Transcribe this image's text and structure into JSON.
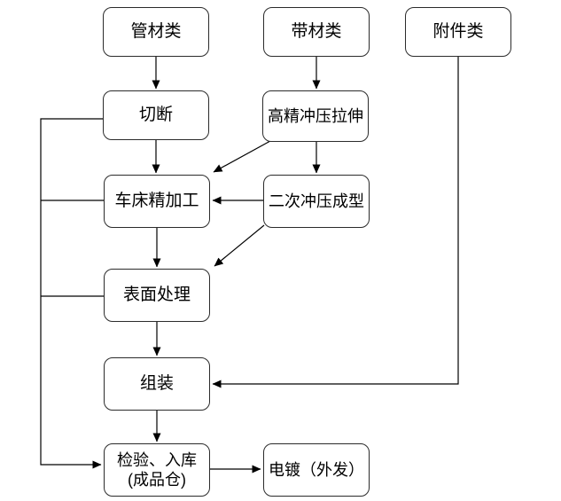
{
  "diagram": {
    "background_color": "#ffffff",
    "line_color": "#000000",
    "box_border_color": "#2b2b2b",
    "text_color": "#000000",
    "nodes": {
      "pipe_material": {
        "label": "管材类"
      },
      "strip_material": {
        "label": "带材类"
      },
      "accessory": {
        "label": "附件类"
      },
      "cutting": {
        "label": "切断"
      },
      "precision_stamping": {
        "label": "高精冲压拉伸"
      },
      "lathe_finishing": {
        "label": "车床精加工"
      },
      "secondary_stamping": {
        "label": "二次冲压成型"
      },
      "surface_treatment": {
        "label": "表面处理"
      },
      "assembly": {
        "label": "组装"
      },
      "inspection_warehousing": {
        "label_line1": "检验、入库",
        "label_line2": "(成品仓)"
      },
      "electroplating": {
        "label": "电镀（外发）"
      }
    },
    "edges": [
      {
        "from": "pipe_material",
        "to": "cutting"
      },
      {
        "from": "strip_material",
        "to": "precision_stamping"
      },
      {
        "from": "cutting",
        "to": "lathe_finishing"
      },
      {
        "from": "precision_stamping",
        "to": "lathe_finishing"
      },
      {
        "from": "precision_stamping",
        "to": "secondary_stamping"
      },
      {
        "from": "secondary_stamping",
        "to": "lathe_finishing"
      },
      {
        "from": "secondary_stamping",
        "to": "surface_treatment"
      },
      {
        "from": "lathe_finishing",
        "to": "surface_treatment"
      },
      {
        "from": "surface_treatment",
        "to": "assembly"
      },
      {
        "from": "accessory",
        "to": "assembly"
      },
      {
        "from": "assembly",
        "to": "inspection_warehousing"
      },
      {
        "from": "cutting",
        "to": "inspection_warehousing"
      },
      {
        "from": "lathe_finishing",
        "to": "inspection_warehousing"
      },
      {
        "from": "surface_treatment",
        "to": "inspection_warehousing"
      },
      {
        "from": "inspection_warehousing",
        "to": "electroplating"
      }
    ]
  }
}
